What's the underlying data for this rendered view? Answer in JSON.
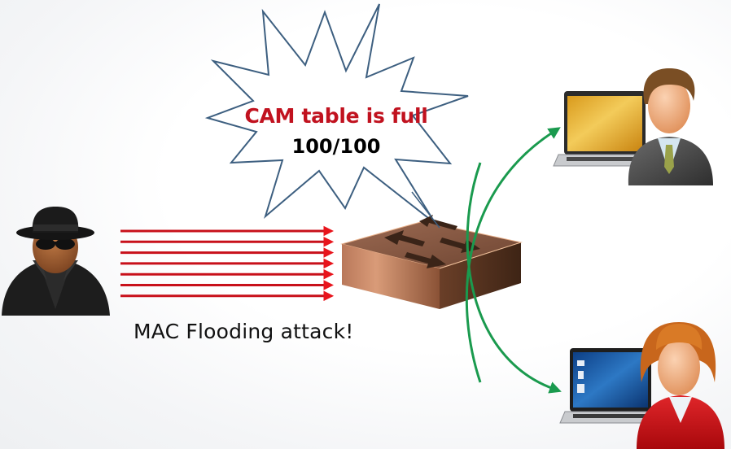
{
  "diagram": {
    "title": "MAC Flooding attack",
    "callout": {
      "title": "CAM table is full",
      "count": "100/100",
      "shape": "explosion-burst"
    },
    "attack_label": "MAC Flooding  attack!",
    "flood_arrow_count": 7,
    "nodes": [
      {
        "id": "attacker",
        "label": "Attacker (hat & sunglasses)",
        "icon": "hacker-icon"
      },
      {
        "id": "switch",
        "label": "Network switch",
        "icon": "switch-icon"
      },
      {
        "id": "victim-male",
        "label": "User with laptop (man)",
        "icon": "businessman-laptop-icon"
      },
      {
        "id": "victim-female",
        "label": "User with laptop (woman)",
        "icon": "woman-laptop-icon"
      }
    ],
    "edges": [
      {
        "from": "attacker",
        "to": "switch",
        "style": "red parallel arrows",
        "count": 7
      },
      {
        "from": "switch",
        "to": "victim-male",
        "style": "green curved arrow"
      },
      {
        "from": "switch",
        "to": "victim-female",
        "style": "green curved arrow"
      }
    ],
    "colors": {
      "flood_arrow": "#c8101a",
      "flood_arrow_head": "#e8141c",
      "forward_arrow": "#1a9a4e",
      "callout_stroke": "#3d5f80",
      "callout_title": "#c1121f",
      "switch_top": "#8a5a44",
      "switch_front": "#c98a66",
      "switch_side": "#5a3522"
    }
  }
}
